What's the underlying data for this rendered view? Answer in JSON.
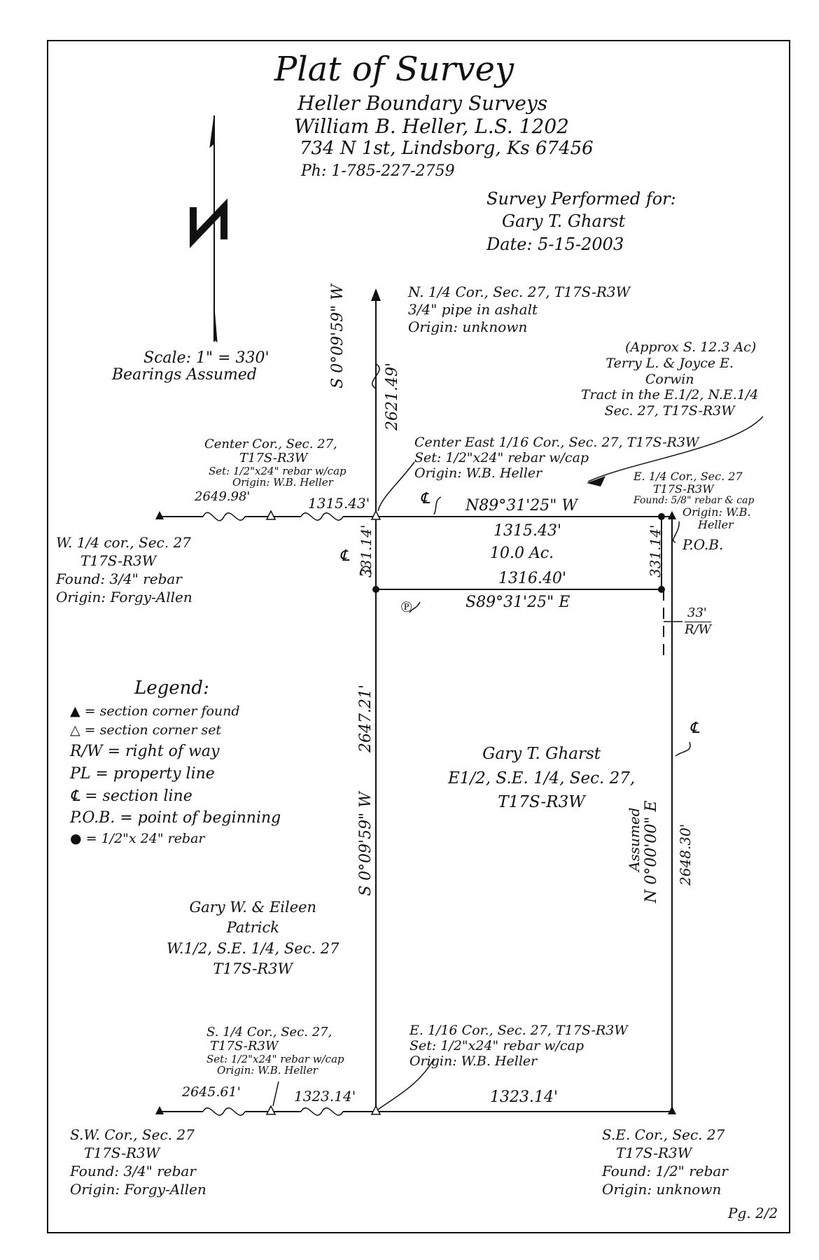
{
  "header": {
    "title": "Plat of Survey",
    "company": "Heller Boundary Surveys",
    "surveyor": "William B. Heller, L.S. 1202",
    "address": "734 N 1st, Lindsborg, Ks 67456",
    "phone": "Ph: 1-785-227-2759"
  },
  "performed_for": {
    "line1": "Survey Performed for:",
    "client": "Gary T. Gharst",
    "date": "Date: 5-15-2003"
  },
  "scale": {
    "scale": "Scale: 1\" = 330'",
    "bearings": "Bearings Assumed"
  },
  "corners": {
    "north_quarter": [
      "N. 1/4 Cor., Sec. 27, T17S-R3W",
      "3/4\" pipe in ashalt",
      "Origin: unknown"
    ],
    "center": [
      "Center Cor., Sec. 27,",
      "T17S-R3W",
      "Set: 1/2\"x24\" rebar w/cap",
      "Origin: W.B. Heller"
    ],
    "center_east": [
      "Center East 1/16 Cor., Sec. 27, T17S-R3W",
      "Set: 1/2\"x24\" rebar w/cap",
      "Origin: W.B. Heller"
    ],
    "east_quarter": [
      "E. 1/4 Cor., Sec. 27",
      "T17S-R3W",
      "Found: 5/8\" rebar & cap",
      "Origin: W.B.",
      "Heller"
    ],
    "west_quarter": [
      "W. 1/4 cor., Sec. 27",
      "T17S-R3W",
      "Found: 3/4\" rebar",
      "Origin: Forgy-Allen"
    ],
    "south_quarter": [
      "S. 1/4 Cor., Sec. 27,",
      "T17S-R3W",
      "Set: 1/2\"x24\" rebar w/cap",
      "Origin: W.B. Heller"
    ],
    "east_sixteenth": [
      "E. 1/16 Cor., Sec. 27, T17S-R3W",
      "Set: 1/2\"x24\" rebar w/cap",
      "Origin: W.B. Heller"
    ],
    "southwest": [
      "S.W. Cor., Sec. 27",
      "T17S-R3W",
      "Found: 3/4\" rebar",
      "Origin: Forgy-Allen"
    ],
    "southeast": [
      "S.E. Cor., Sec. 27",
      "T17S-R3W",
      "Found: 1/2\" rebar",
      "Origin: unknown"
    ]
  },
  "tracts": {
    "corwin": [
      "(Approx S. 12.3 Ac)",
      "Terry L. & Joyce E.",
      "Corwin",
      "Tract in the E.1/2, N.E.1/4",
      "Sec. 27, T17S-R3W"
    ],
    "gharst": [
      "Gary T. Gharst",
      "E1/2, S.E. 1/4, Sec. 27,",
      "T17S-R3W"
    ],
    "patrick": [
      "Gary W. & Eileen",
      "Patrick",
      "W.1/2, S.E. 1/4, Sec. 27",
      "T17S-R3W"
    ],
    "area": "10.0 Ac."
  },
  "dims": {
    "north_bearing": "S 0°09'59\" W",
    "north_dist": "2621.49'",
    "west_half": "2649.98'",
    "center_seg": "1315.43'",
    "top_bearing": "N89°31'25\" W",
    "top_dist": "1315.43'",
    "west_side": "331.14'",
    "east_side": "331.14'",
    "bottom_dist": "1316.40'",
    "bottom_bearing": "S89°31'25\" E",
    "row_width": "33'",
    "row_label": "R/W",
    "mid_bearing": "S 0°09'59\" W",
    "mid_dist": "2647.21'",
    "east_assumed": "Assumed",
    "east_bearing": "N 0°00'00\" E",
    "east_dist": "2648.30'",
    "sw_dist": "2645.61'",
    "south_seg": "1323.14'",
    "south_east_seg": "1323.14'",
    "pob": "P.O.B.",
    "cl_symbol": "℄",
    "pl_symbol": "℗"
  },
  "legend": {
    "title": "Legend:",
    "items": [
      "▲ = section corner found",
      "△ = section corner set",
      "R/W = right of way",
      "PL = property line",
      "℄ = section line",
      "P.O.B. = point of beginning",
      "● = 1/2\"x 24\" rebar"
    ]
  },
  "page_number": "Pg. 2/2"
}
